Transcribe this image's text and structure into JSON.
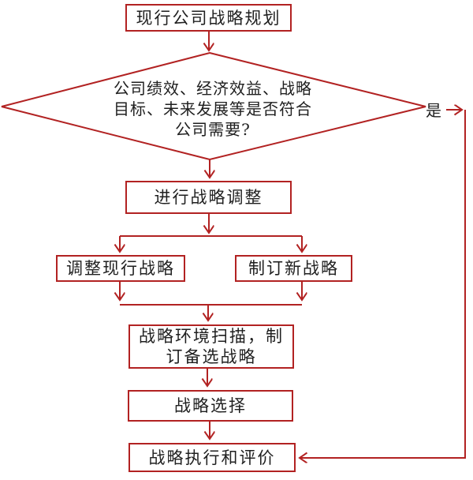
{
  "colors": {
    "line": "#B22222",
    "text": "#1f1f1f",
    "background": "#ffffff"
  },
  "nodes": {
    "start": {
      "label": "现行公司战略规划"
    },
    "decision": {
      "lines": [
        "公司绩效、经济效益、战略",
        "目标、未来发展等是否符合",
        "公司需要?"
      ]
    },
    "adjust": {
      "label": "进行战略调整"
    },
    "adjust_current": {
      "label": "调整现行战略"
    },
    "new_strategy": {
      "label": "制订新战略"
    },
    "scan": {
      "lines": [
        "战略环境扫描，制",
        "订备选战略"
      ]
    },
    "select": {
      "label": "战略选择"
    },
    "execute": {
      "label": "战略执行和评价"
    }
  },
  "edges": {
    "yes_label": "是"
  }
}
